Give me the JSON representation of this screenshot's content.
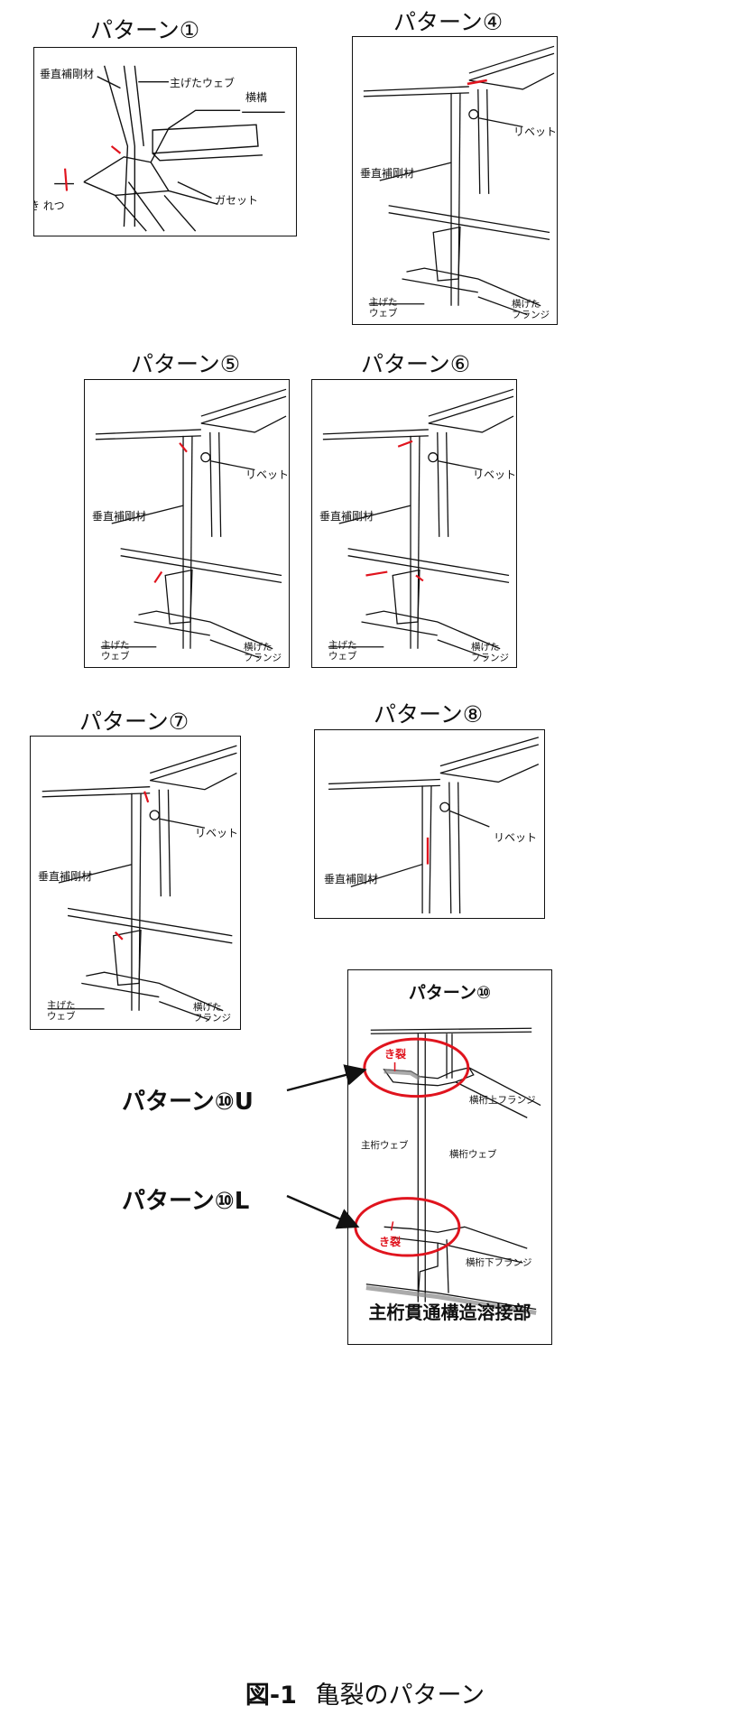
{
  "figure": {
    "caption_num": "図-1",
    "caption_text": "亀裂のパターン"
  },
  "colors": {
    "crack": "#e0141e",
    "line": "#111111"
  },
  "pattern1": {
    "title": "パターン①",
    "labels": {
      "stiffener": "垂直補剛材",
      "web": "主げたウェブ",
      "lateral": "横構",
      "gusset": "ガセット",
      "crack": "き れつ"
    }
  },
  "pattern4": {
    "title": "パターン④",
    "labels": {
      "rivet": "リベット",
      "stiffener": "垂直補剛材",
      "web": "主げた\nウェブ",
      "flange": "横げた\nフランジ"
    }
  },
  "pattern5": {
    "title": "パターン⑤",
    "labels": {
      "rivet": "リベット",
      "stiffener": "垂直補剛材",
      "web": "主げた\nウェブ",
      "flange": "横げた\nフランジ"
    }
  },
  "pattern6": {
    "title": "パターン⑥",
    "labels": {
      "rivet": "リベット",
      "stiffener": "垂直補剛材",
      "web": "主げた\nウェブ",
      "flange": "横げた\nフランジ"
    }
  },
  "pattern7": {
    "title": "パターン⑦",
    "labels": {
      "rivet": "リベット",
      "stiffener": "垂直補剛材",
      "web": "主げた\nウェブ",
      "flange": "横げた\nフランジ"
    }
  },
  "pattern8": {
    "title": "パターン⑧",
    "labels": {
      "rivet": "リベット",
      "stiffener": "垂直補剛材"
    }
  },
  "pattern10": {
    "title": "パターン⑩",
    "upper_label": "パターン⑩U",
    "lower_label": "パターン⑩L",
    "labels": {
      "crack_upper": "き裂",
      "crack_lower": "き裂",
      "upper_flange": "横桁上フランジ",
      "main_web": "主桁ウェブ",
      "cross_web": "横桁ウェブ",
      "lower_flange": "横桁下フランジ"
    },
    "caption": "主桁貫通構造溶接部"
  }
}
